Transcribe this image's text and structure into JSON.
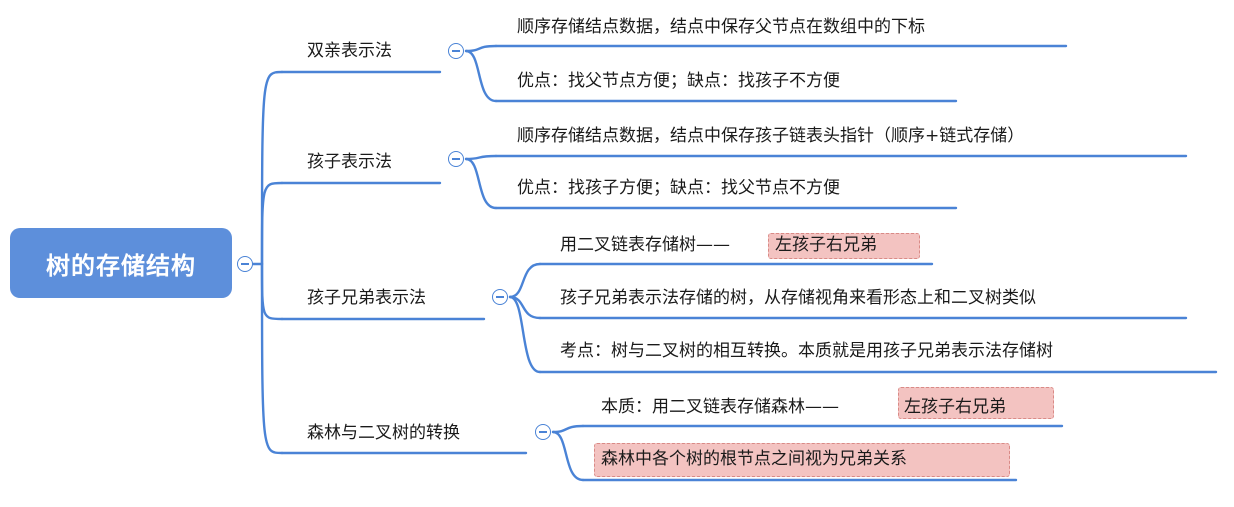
{
  "root": {
    "label": "树的存储结构"
  },
  "branches": [
    {
      "label": "双亲表示法",
      "children": [
        {
          "text": "顺序存储结点数据，结点中保存父节点在数组中的下标"
        },
        {
          "text": "优点：找父节点方便；缺点：找孩子不方便"
        }
      ]
    },
    {
      "label": "孩子表示法",
      "children": [
        {
          "text": "顺序存储结点数据，结点中保存孩子链表头指针（顺序+链式存储）"
        },
        {
          "text": "优点：找孩子方便；缺点：找父节点不方便"
        }
      ]
    },
    {
      "label": "孩子兄弟表示法",
      "children": [
        {
          "text": "用二叉链表存储树——",
          "highlight": "左孩子右兄弟"
        },
        {
          "text": "孩子兄弟表示法存储的树，从存储视角来看形态上和二叉树类似"
        },
        {
          "text": "考点：树与二叉树的相互转换。本质就是用孩子兄弟表示法存储树"
        }
      ]
    },
    {
      "label": "森林与二叉树的转换",
      "children": [
        {
          "text": "本质：用二叉链表存储森林——",
          "highlight": "左孩子右兄弟"
        },
        {
          "text": "",
          "highlight": "森林中各个树的根节点之间视为兄弟关系"
        }
      ]
    }
  ],
  "colors": {
    "line": "#4a83d6",
    "root": "#5d8fdb",
    "highlight": "#f3c3c1"
  }
}
